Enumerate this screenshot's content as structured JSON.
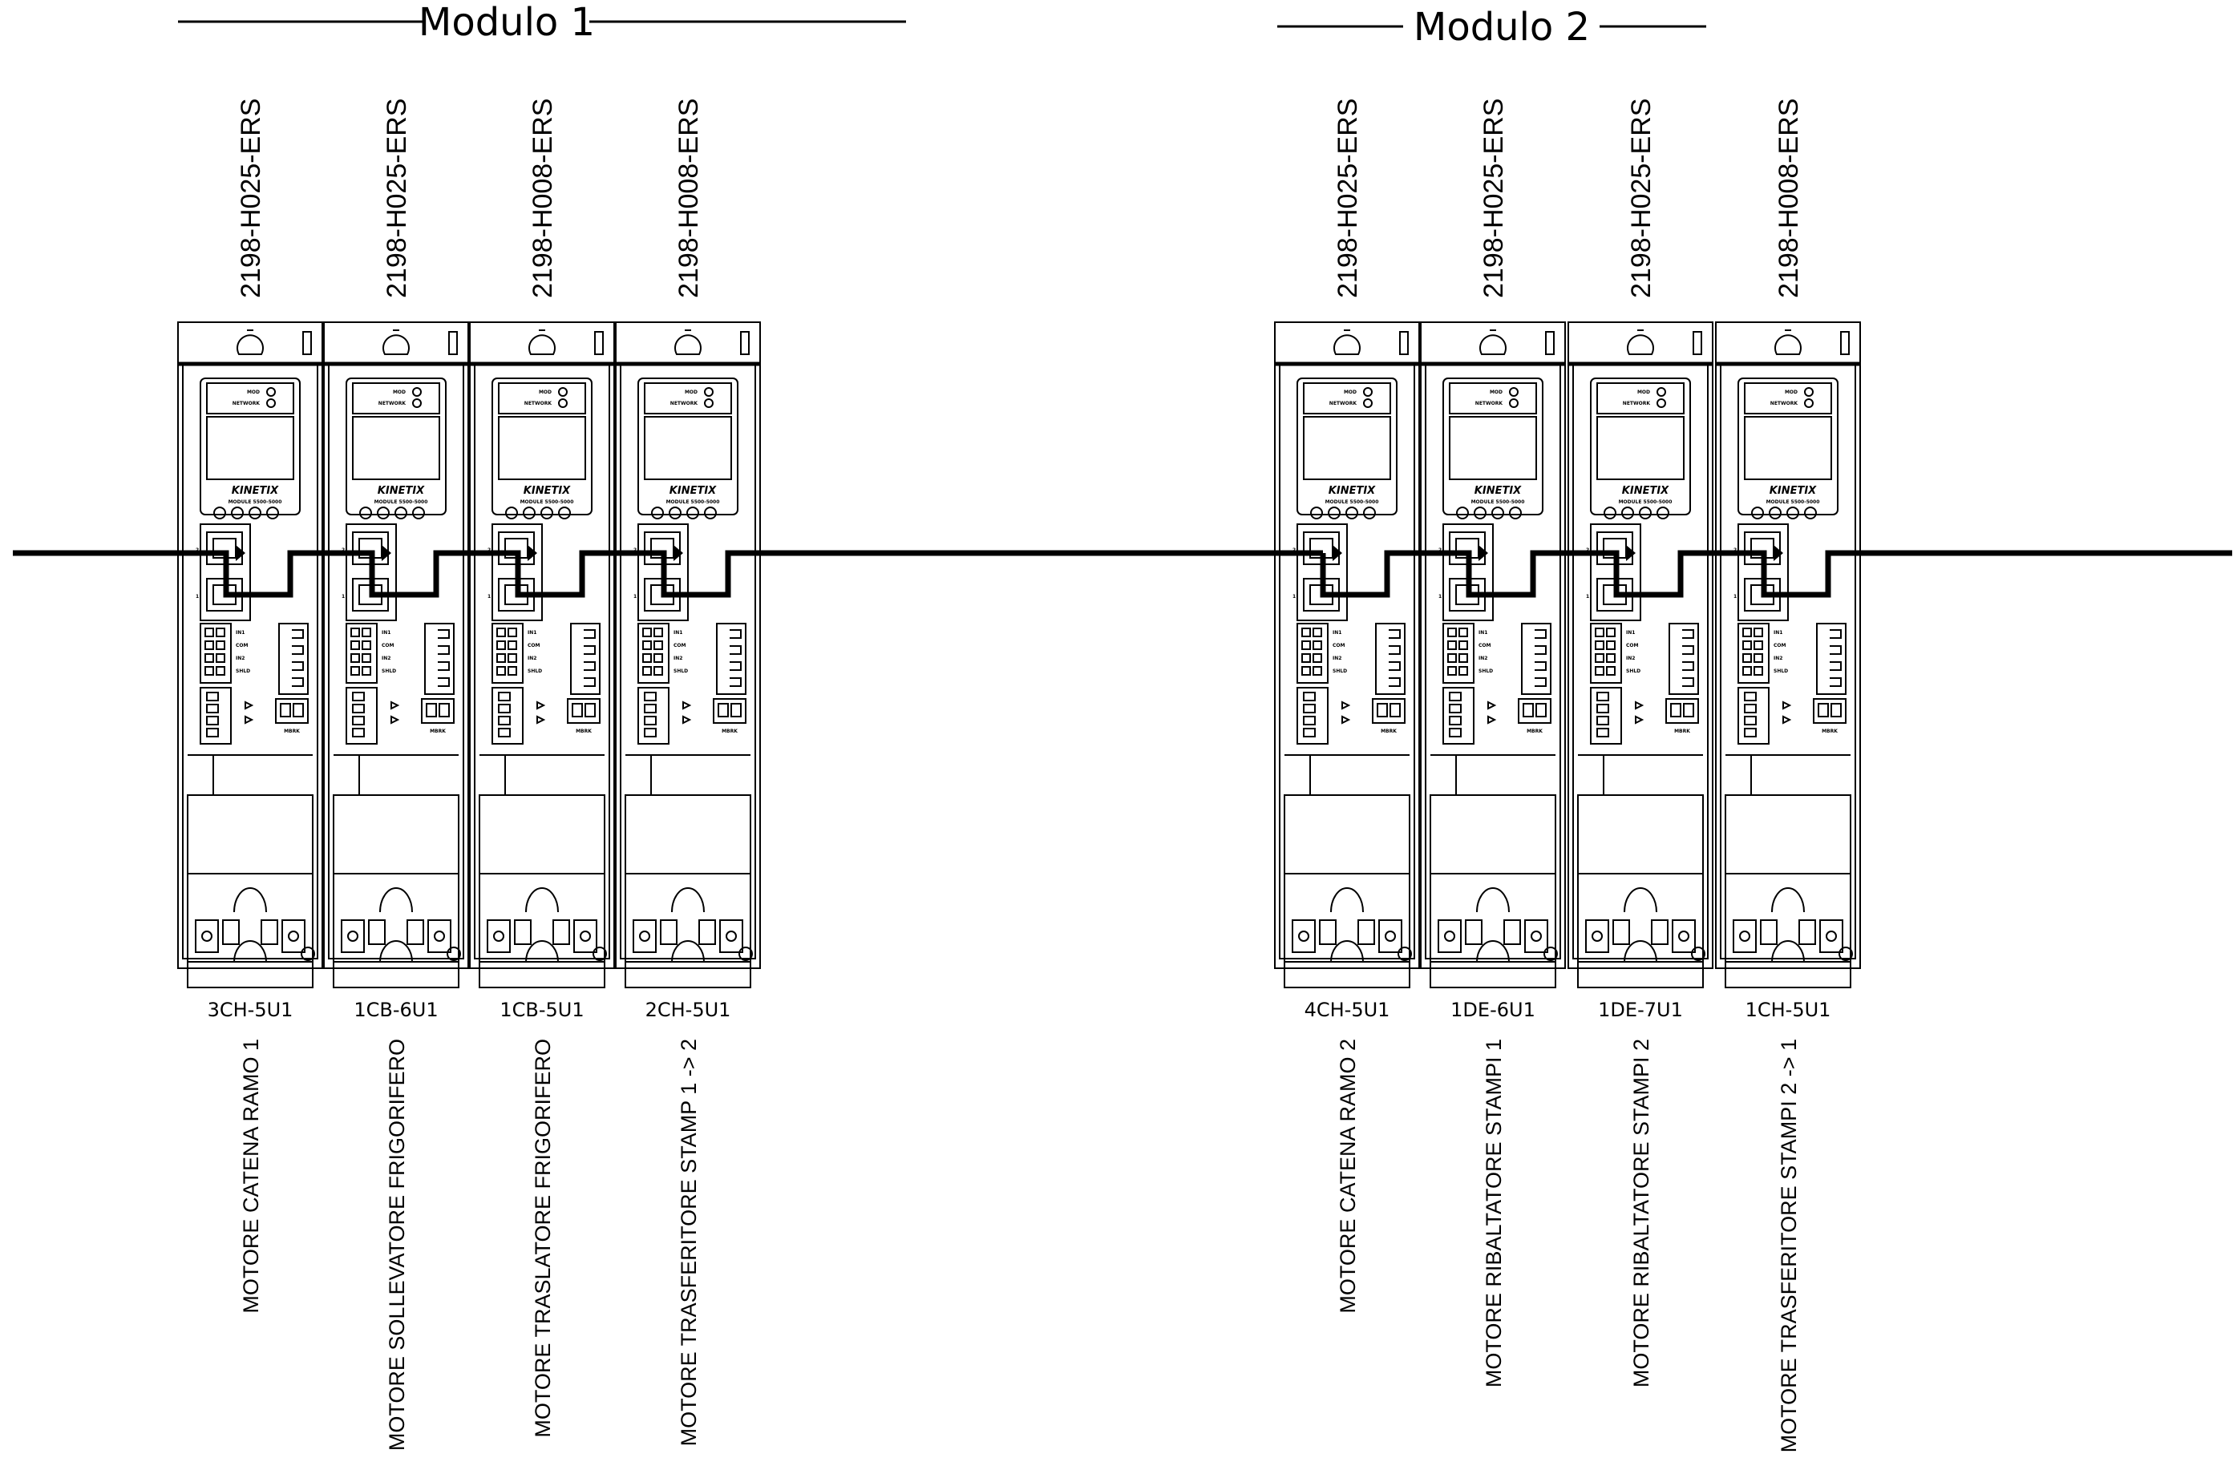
{
  "groups": [
    {
      "title": "Modulo 1",
      "drives": [
        {
          "model": "2198-H025-ERS",
          "tag": "3CH-5U1",
          "description": "MOTORE CATENA RAMO 1"
        },
        {
          "model": "2198-H025-ERS",
          "tag": "1CB-6U1",
          "description": "MOTORE SOLLEVATORE FRIGORIFERO"
        },
        {
          "model": "2198-H008-ERS",
          "tag": "1CB-5U1",
          "description": "MOTORE TRASLATORE FRIGORIFERO"
        },
        {
          "model": "2198-H008-ERS",
          "tag": "2CH-5U1",
          "description": "MOTORE TRASFERITORE STAMP 1 -> 2"
        }
      ]
    },
    {
      "title": "Modulo 2",
      "drives": [
        {
          "model": "2198-H025-ERS",
          "tag": "4CH-5U1",
          "description": "MOTORE CATENA RAMO 2"
        },
        {
          "model": "2198-H025-ERS",
          "tag": "1DE-6U1",
          "description": "MOTORE RIBALTATORE STAMPI 1"
        },
        {
          "model": "2198-H025-ERS",
          "tag": "1DE-7U1",
          "description": "MOTORE RIBALTATORE STAMPI 2"
        },
        {
          "model": "2198-H008-ERS",
          "tag": "1CH-5U1",
          "description": "MOTORE TRASFERITORE STAMPI 2 -> 1"
        }
      ]
    }
  ],
  "drive_face": {
    "brand": "KINETIX",
    "module_text": "MODULE 5500-5000",
    "led_labels": [
      "MOD",
      "NETWORK"
    ],
    "io_labels": [
      "IN1",
      "COM",
      "IN2",
      "SHLD"
    ],
    "port_labels": [
      "2",
      "1"
    ],
    "brake_label": "MBRK"
  },
  "colors": {
    "line": "#000000",
    "background": "#ffffff"
  }
}
